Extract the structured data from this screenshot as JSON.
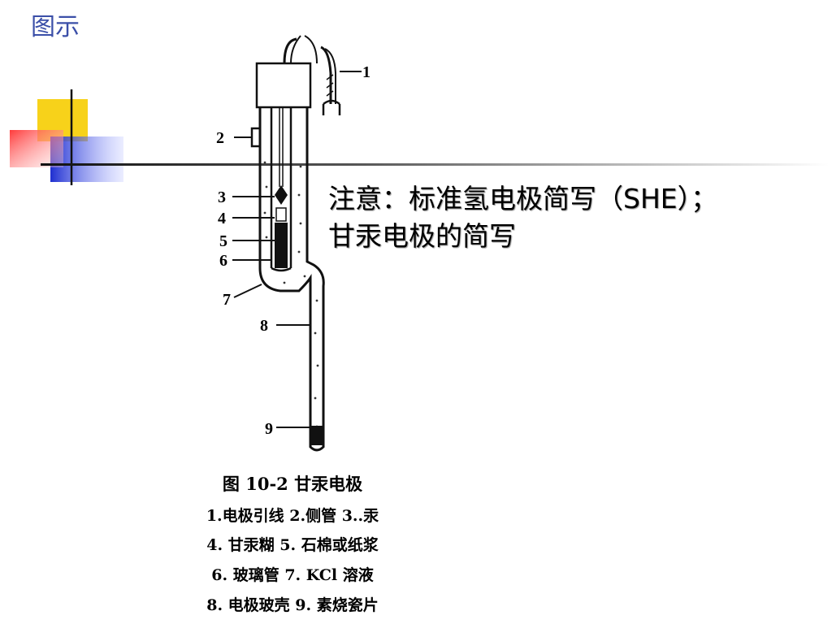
{
  "slide": {
    "title": "图示"
  },
  "note": {
    "line1": "注意：标准氢电极简写（SHE）；",
    "line2": "甘汞电极的简写"
  },
  "figure": {
    "labels": [
      "1",
      "2",
      "3",
      "4",
      "5",
      "6",
      "7",
      "8",
      "9"
    ],
    "caption_title": "图 10-2    甘汞电极",
    "caption_lines": [
      "1.电极引线   2.侧管   3..汞",
      "4. 甘汞糊   5. 石棉或纸浆",
      "6. 玻璃管   7. KCl 溶液",
      "8. 电极玻壳   9. 素烧瓷片"
    ]
  },
  "colors": {
    "title": "#3b4fa8",
    "deco_yellow": "#f7d21a",
    "deco_blue": "#2233cc",
    "deco_red": "#ff5a5a"
  }
}
